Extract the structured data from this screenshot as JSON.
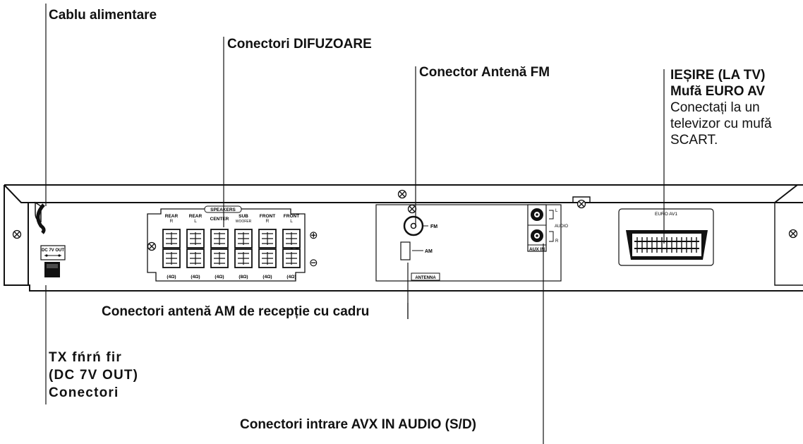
{
  "labels": {
    "power_cord": "Cablu alimentare",
    "speaker_connectors": "Conectori DIFUZOARE",
    "fm_antenna": "Conector Antenă FM",
    "euro_av": {
      "line1": "IEȘIRE (LA TV)",
      "line2": "Mufă EURO AV",
      "line3": "Conectați la un",
      "line4": "televizor cu mufă",
      "line5": "SCART."
    },
    "am_antenna": "Conectori antenă AM de recepție cu cadru",
    "wireless_tx": {
      "line1": "TX fńrń fir",
      "line2": "(DC 7V OUT)",
      "line3": "Conectori"
    },
    "aux_in": "Conectori intrare AVX IN AUDIO (S/D)"
  },
  "panel": {
    "dc_out": "DC 7V OUT",
    "speakers_title": "SPEAKERS",
    "speaker_channels": [
      {
        "line1": "REAR",
        "line2": "R",
        "ohm": "(4Ω)"
      },
      {
        "line1": "REAR",
        "line2": "L",
        "ohm": "(4Ω)"
      },
      {
        "line1": "CENTER",
        "line2": "",
        "ohm": "(4Ω)"
      },
      {
        "line1": "SUB",
        "line2": "WOOFER",
        "ohm": "(8Ω)"
      },
      {
        "line1": "FRONT",
        "line2": "R",
        "ohm": "(4Ω)"
      },
      {
        "line1": "FRONT",
        "line2": "L",
        "ohm": "(4Ω)"
      }
    ],
    "plus": "⊕",
    "minus": "⊖",
    "fm": "FM",
    "am": "AM",
    "antenna": "ANTENNA",
    "audio_l": "L",
    "audio": "AUDIO",
    "audio_r": "R",
    "aux_in": "AUX IN",
    "euro_av1": "EURO AV1"
  }
}
